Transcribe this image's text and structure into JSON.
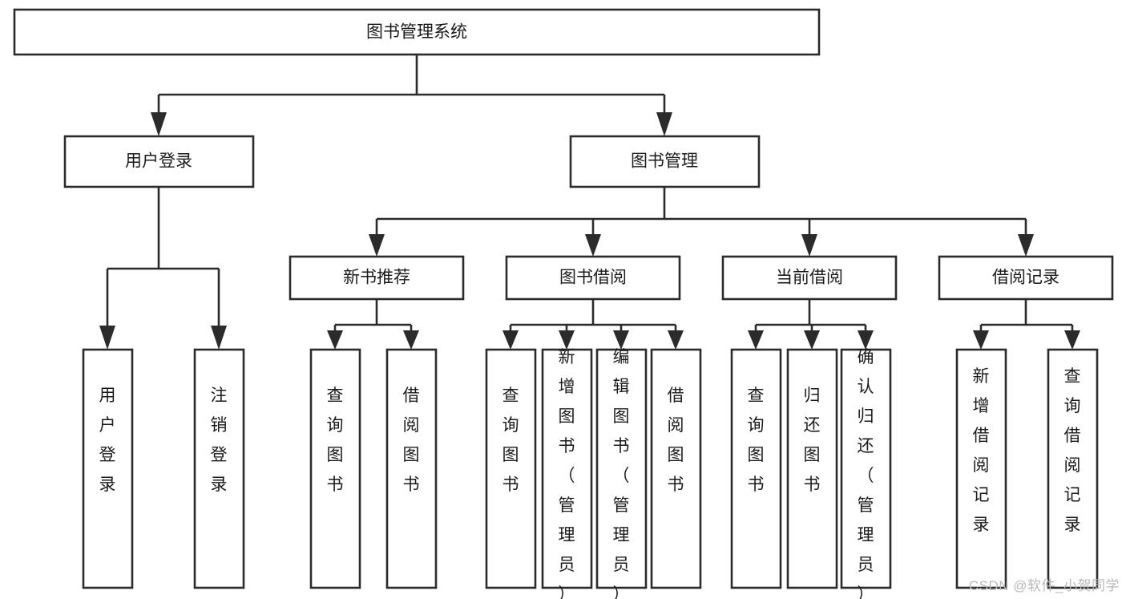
{
  "diagram": {
    "type": "tree-hierarchy-chart",
    "title": "图书管理系统",
    "watermark": "CSDN @软件_小贺同学",
    "orientation": "top-down",
    "colors": {
      "box_fill": "#ffffff",
      "box_stroke": "#2b2b2b",
      "text": "#1a1a1a",
      "edge": "#2b2b2b",
      "background": "#ffffff",
      "watermark": "#b9b9b9"
    },
    "levels": [
      {
        "level": 1,
        "nodes": [
          {
            "id": "root",
            "label": "图书管理系统",
            "orientation": "horizontal"
          }
        ]
      },
      {
        "level": 2,
        "nodes": [
          {
            "id": "login",
            "label": "用户登录",
            "parent": "root",
            "orientation": "horizontal"
          },
          {
            "id": "bookmgmt",
            "label": "图书管理",
            "parent": "root",
            "orientation": "horizontal"
          }
        ]
      },
      {
        "level": 3,
        "nodes": [
          {
            "id": "newbook",
            "label": "新书推荐",
            "parent": "bookmgmt",
            "orientation": "horizontal"
          },
          {
            "id": "borrow",
            "label": "图书借阅",
            "parent": "bookmgmt",
            "orientation": "horizontal"
          },
          {
            "id": "current",
            "label": "当前借阅",
            "parent": "bookmgmt",
            "orientation": "horizontal"
          },
          {
            "id": "record",
            "label": "借阅记录",
            "parent": "bookmgmt",
            "orientation": "horizontal"
          }
        ]
      },
      {
        "level": 4,
        "nodes": [
          {
            "id": "leaf1",
            "label": "用户登录",
            "parent": "login",
            "orientation": "vertical"
          },
          {
            "id": "leaf2",
            "label": "注销登录",
            "parent": "login",
            "orientation": "vertical"
          },
          {
            "id": "leaf3",
            "label": "查询图书",
            "parent": "newbook",
            "orientation": "vertical"
          },
          {
            "id": "leaf4",
            "label": "借阅图书",
            "parent": "newbook",
            "orientation": "vertical"
          },
          {
            "id": "leaf5",
            "label": "查询图书",
            "parent": "borrow",
            "orientation": "vertical"
          },
          {
            "id": "leaf6",
            "label": "新增图书（管理员）",
            "parent": "borrow",
            "orientation": "vertical"
          },
          {
            "id": "leaf7",
            "label": "编辑图书（管理员）",
            "parent": "borrow",
            "orientation": "vertical"
          },
          {
            "id": "leaf8",
            "label": "借阅图书",
            "parent": "borrow",
            "orientation": "vertical"
          },
          {
            "id": "leaf9",
            "label": "查询图书",
            "parent": "current",
            "orientation": "vertical"
          },
          {
            "id": "leaf10",
            "label": "归还图书",
            "parent": "current",
            "orientation": "vertical"
          },
          {
            "id": "leaf11",
            "label": "确认归还（管理员）",
            "parent": "current",
            "orientation": "vertical"
          },
          {
            "id": "leaf12",
            "label": "新增借阅记录",
            "parent": "record",
            "orientation": "vertical"
          },
          {
            "id": "leaf13",
            "label": "查询借阅记录",
            "parent": "record",
            "orientation": "vertical"
          }
        ]
      }
    ]
  }
}
